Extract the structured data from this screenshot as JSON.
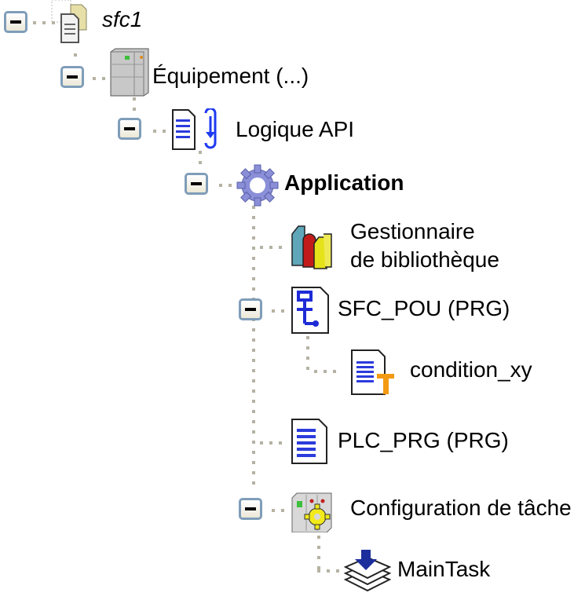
{
  "tree": {
    "project": {
      "label": "sfc1",
      "icon": "project-icon",
      "expanded": true
    },
    "device": {
      "label": "Équipement (...)",
      "icon": "device-icon",
      "expanded": true
    },
    "plc_logic": {
      "label": "Logique API",
      "icon": "plc-logic-icon",
      "expanded": true
    },
    "application": {
      "label": "Application",
      "icon": "gear-icon",
      "expanded": true
    },
    "library_manager": {
      "label_line1": "Gestionnaire",
      "label_line2": "de bibliothèque",
      "icon": "library-books-icon"
    },
    "sfc_pou": {
      "label": "SFC_POU (PRG)",
      "icon": "sfc-pou-icon",
      "expanded": true
    },
    "condition": {
      "label": "condition_xy",
      "icon": "transition-icon"
    },
    "plc_prg": {
      "label": "PLC_PRG (PRG)",
      "icon": "pou-icon"
    },
    "task_config": {
      "label": "Configuration de tâche",
      "icon": "task-configuration-icon",
      "expanded": true
    },
    "main_task": {
      "label": "MainTask",
      "icon": "task-icon"
    }
  }
}
